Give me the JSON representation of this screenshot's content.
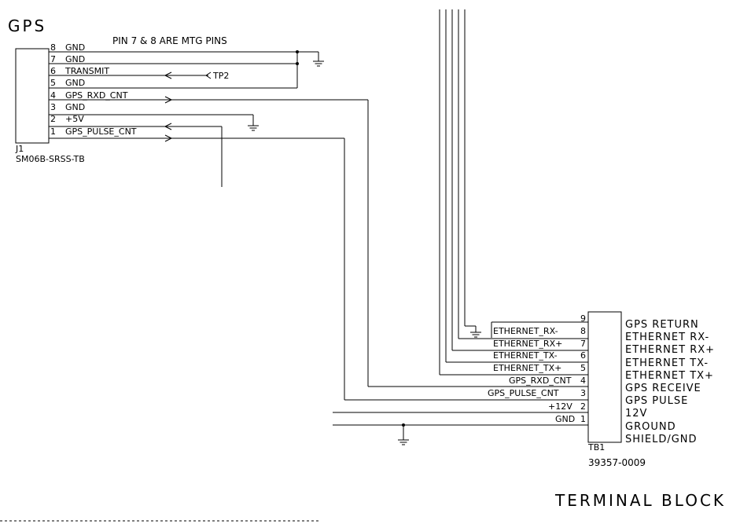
{
  "gps": {
    "title": "GPS",
    "note": "PIN 7 & 8 ARE MTG PINS",
    "ref": "J1",
    "part": "SM06B-SRSS-TB",
    "pins": [
      {
        "num": "8",
        "label": "GND"
      },
      {
        "num": "7",
        "label": "GND"
      },
      {
        "num": "6",
        "label": "TRANSMIT"
      },
      {
        "num": "5",
        "label": "GND"
      },
      {
        "num": "4",
        "label": "GPS_RXD_CNT"
      },
      {
        "num": "3",
        "label": "GND"
      },
      {
        "num": "2",
        "label": "+5V"
      },
      {
        "num": "1",
        "label": "GPS_PULSE_CNT"
      }
    ],
    "tp2": "TP2"
  },
  "tb1": {
    "ref": "TB1",
    "part": "39357-0009",
    "title": "TERMINAL BLOCK",
    "pins": [
      {
        "num": "9",
        "net": "",
        "desc": "GPS RETURN"
      },
      {
        "num": "8",
        "net": "ETHERNET_RX-",
        "desc": "ETHERNET RX-"
      },
      {
        "num": "7",
        "net": "ETHERNET_RX+",
        "desc": "ETHERNET RX+"
      },
      {
        "num": "6",
        "net": "ETHERNET_TX-",
        "desc": "ETHERNET TX-"
      },
      {
        "num": "5",
        "net": "ETHERNET_TX+",
        "desc": "ETHERNET TX+"
      },
      {
        "num": "4",
        "net": "GPS_RXD_CNT",
        "desc": "GPS RECEIVE"
      },
      {
        "num": "3",
        "net": "GPS_PULSE_CNT",
        "desc": "GPS PULSE"
      },
      {
        "num": "2",
        "net": "+12V",
        "desc": "12V"
      },
      {
        "num": "1",
        "net": "GND",
        "desc": "GROUND"
      }
    ],
    "extra_desc": "SHIELD/GND"
  }
}
